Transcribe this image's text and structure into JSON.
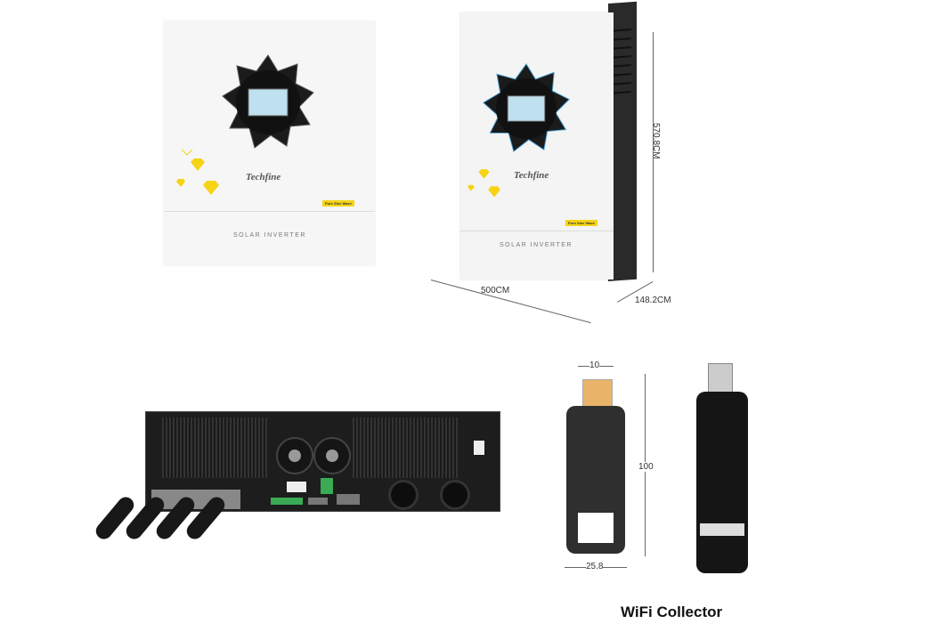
{
  "inverter_front": {
    "brand": "Techfine",
    "product_label": "SOLAR INVERTER",
    "badge": "Pure Sine Wave"
  },
  "inverter_side": {
    "brand": "Techfine",
    "product_label": "SOLAR INVERTER",
    "badge": "Pure Sine Wave",
    "height_dim": "570.8CM",
    "width_dim": "500CM",
    "depth_dim": "148.2CM"
  },
  "wifi": {
    "dim_top": "10",
    "dim_height": "100",
    "dim_bottom": "25.8",
    "caption": "WiFi Collector"
  },
  "colors": {
    "accent_yellow": "#f6d415",
    "body_dark": "#1d1d1d"
  }
}
